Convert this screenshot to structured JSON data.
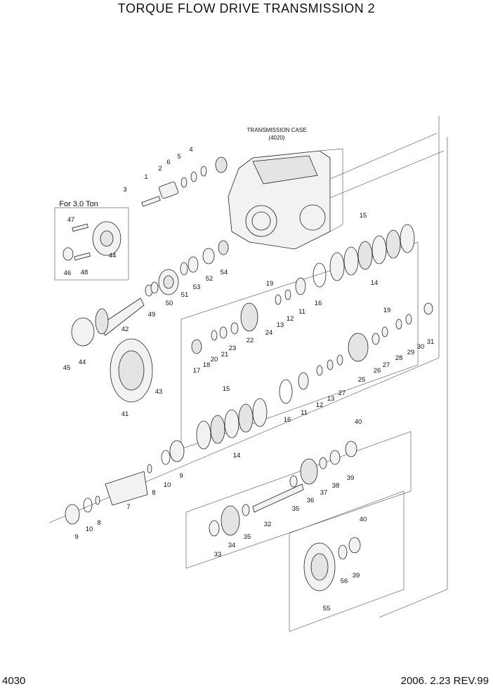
{
  "title": "TORQUE FLOW DRIVE TRANSMISSION 2",
  "case_label": "TRANSMISSION CASE",
  "case_code": "(4020)",
  "inset_label": "For 3.0 Ton",
  "page_number": "4030",
  "revision": "2006. 2.23 REV.99",
  "callouts": [
    "1",
    "2",
    "3",
    "4",
    "5",
    "6",
    "47",
    "44",
    "46",
    "48",
    "15",
    "14",
    "54",
    "52",
    "53",
    "51",
    "50",
    "49",
    "42",
    "44",
    "45",
    "41",
    "43",
    "19",
    "11",
    "16",
    "12",
    "13",
    "24",
    "22",
    "23",
    "21",
    "20",
    "18",
    "17",
    "19",
    "27",
    "26",
    "28",
    "29",
    "30",
    "31",
    "25",
    "15",
    "16",
    "11",
    "27",
    "13",
    "12",
    "14",
    "9",
    "10",
    "8",
    "7",
    "40",
    "39",
    "38",
    "37",
    "36",
    "35",
    "32",
    "35",
    "34",
    "33",
    "9",
    "10",
    "8",
    "40",
    "39",
    "56",
    "55"
  ]
}
